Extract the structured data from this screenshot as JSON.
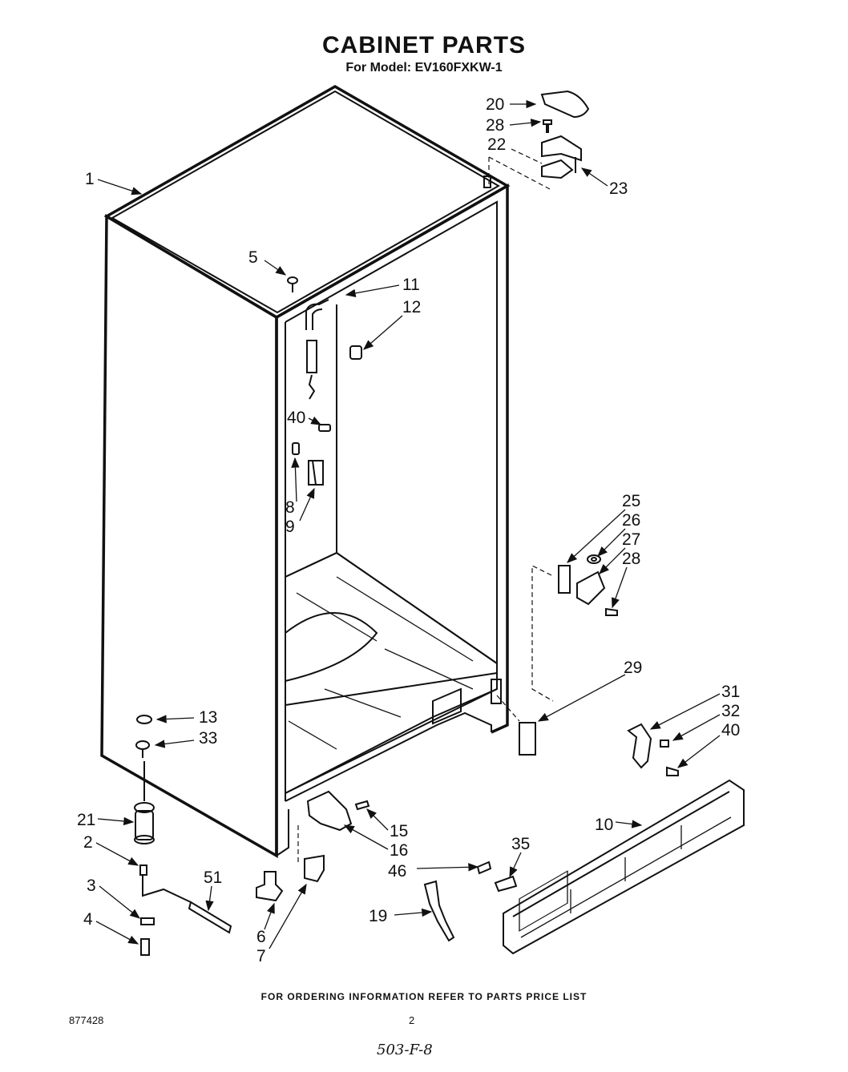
{
  "header": {
    "title": "CABINET PARTS",
    "subtitle": "For Model: EV160FXKW-1"
  },
  "footer": {
    "ordering_note": "FOR ORDERING INFORMATION REFER TO PARTS PRICE LIST",
    "doc_number": "877428",
    "page_number": "2",
    "handwritten_note": "503-F-8"
  },
  "callouts": {
    "c1": "1",
    "c5": "5",
    "c11": "11",
    "c12": "12",
    "c40a": "40",
    "c8": "8",
    "c9": "9",
    "c20": "20",
    "c28a": "28",
    "c22": "22",
    "c23": "23",
    "c25": "25",
    "c26": "26",
    "c27": "27",
    "c28b": "28",
    "c29": "29",
    "c31": "31",
    "c32": "32",
    "c40b": "40",
    "c10": "10",
    "c13": "13",
    "c33": "33",
    "c21": "21",
    "c2": "2",
    "c3": "3",
    "c4": "4",
    "c51": "51",
    "c6": "6",
    "c7": "7",
    "c15": "15",
    "c16": "16",
    "c46": "46",
    "c35": "35",
    "c19": "19"
  }
}
